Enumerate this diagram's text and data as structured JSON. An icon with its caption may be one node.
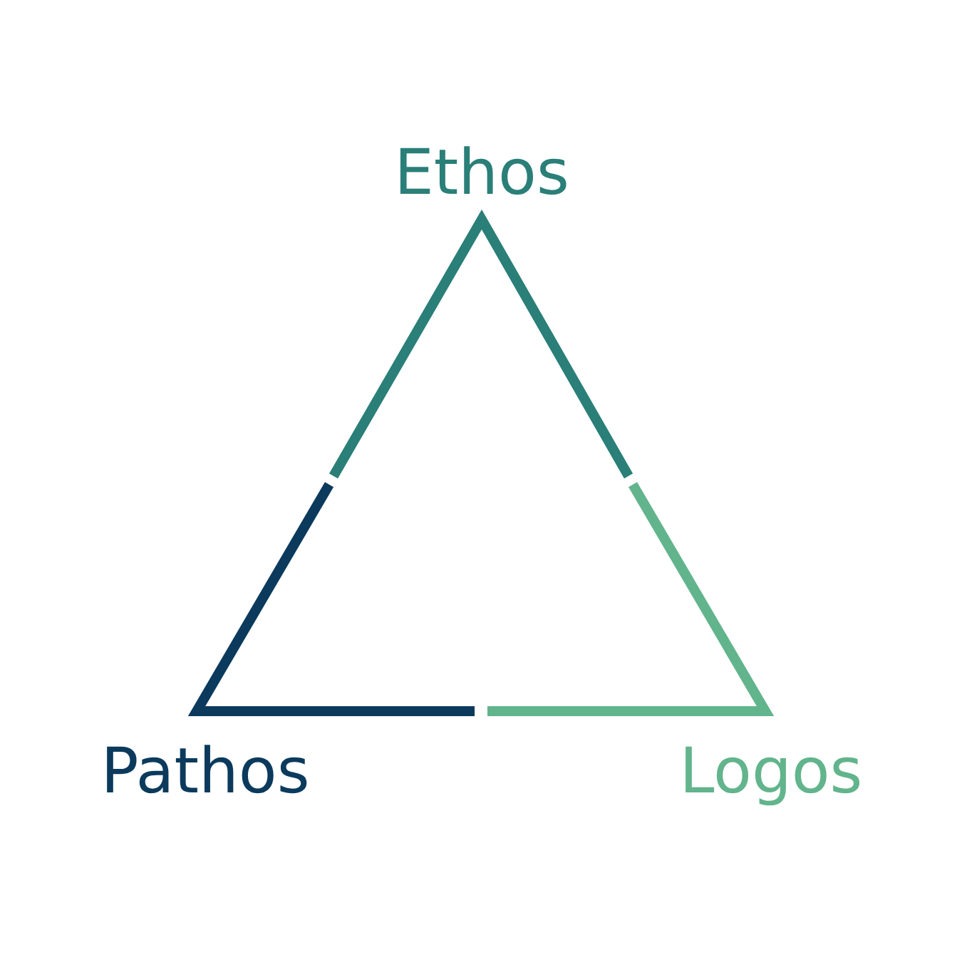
{
  "diagram": {
    "labels": [
      "Ethos",
      "Pathos",
      "Logos"
    ]
  }
}
